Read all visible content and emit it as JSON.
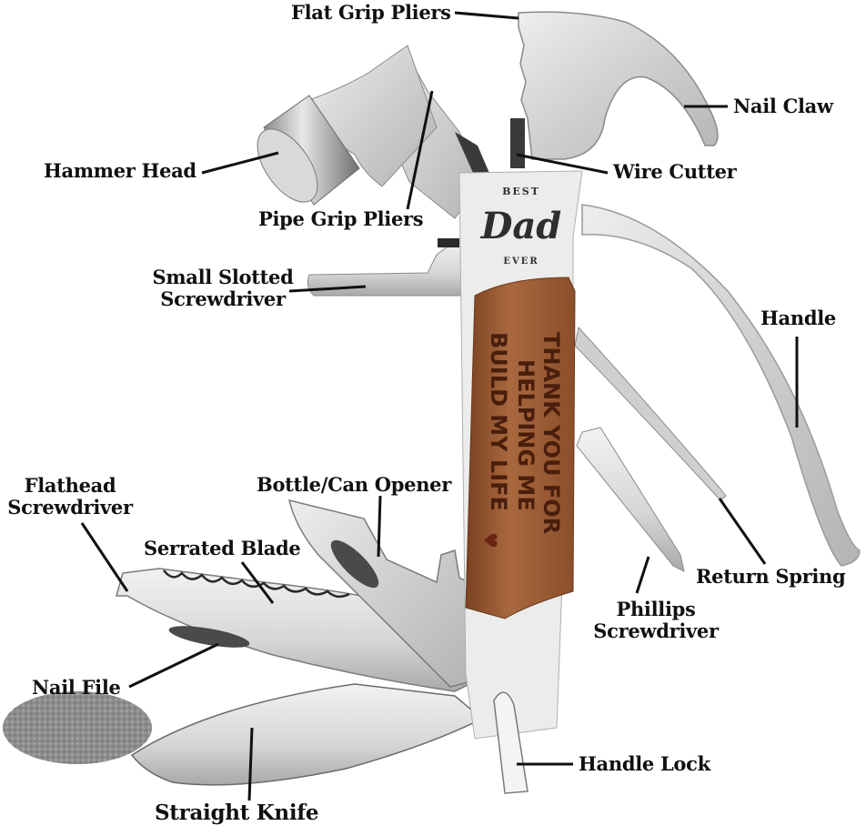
{
  "diagram": {
    "subject": "Multi-tool hammer with engraved wooden handle",
    "colors": {
      "background": "#ffffff",
      "steel": "#d4d4d4",
      "steel_dark": "#9a9a9a",
      "wood": "#9a5a32",
      "engrave": "#5a2a14",
      "leader": "#111111",
      "text": "#111111"
    },
    "engraving": {
      "top_badge": {
        "line1": "BEST",
        "line2": "Dad",
        "line3": "EVER"
      },
      "wood_lines": [
        "THANK YOU FOR",
        "HELPING ME",
        "BUILD MY LIFE"
      ],
      "heart": "♥"
    },
    "labels": [
      {
        "id": "flat-grip-pliers",
        "text": "Flat Grip Pliers"
      },
      {
        "id": "nail-claw",
        "text": "Nail Claw"
      },
      {
        "id": "hammer-head",
        "text": "Hammer Head"
      },
      {
        "id": "wire-cutter",
        "text": "Wire Cutter"
      },
      {
        "id": "pipe-grip-pliers",
        "text": "Pipe Grip Pliers"
      },
      {
        "id": "small-slotted-screwdriver",
        "text": "Small Slotted",
        "text2": "Screwdriver"
      },
      {
        "id": "handle",
        "text": "Handle"
      },
      {
        "id": "flathead-screwdriver",
        "text": "Flathead",
        "text2": "Screwdriver"
      },
      {
        "id": "bottle-can-opener",
        "text": "Bottle/Can Opener"
      },
      {
        "id": "serrated-blade",
        "text": "Serrated Blade"
      },
      {
        "id": "return-spring",
        "text": "Return Spring"
      },
      {
        "id": "phillips-screwdriver",
        "text": "Phillips",
        "text2": "Screwdriver"
      },
      {
        "id": "nail-file",
        "text": "Nail File"
      },
      {
        "id": "handle-lock",
        "text": "Handle Lock"
      },
      {
        "id": "straight-knife",
        "text": "Straight Knife"
      }
    ]
  }
}
